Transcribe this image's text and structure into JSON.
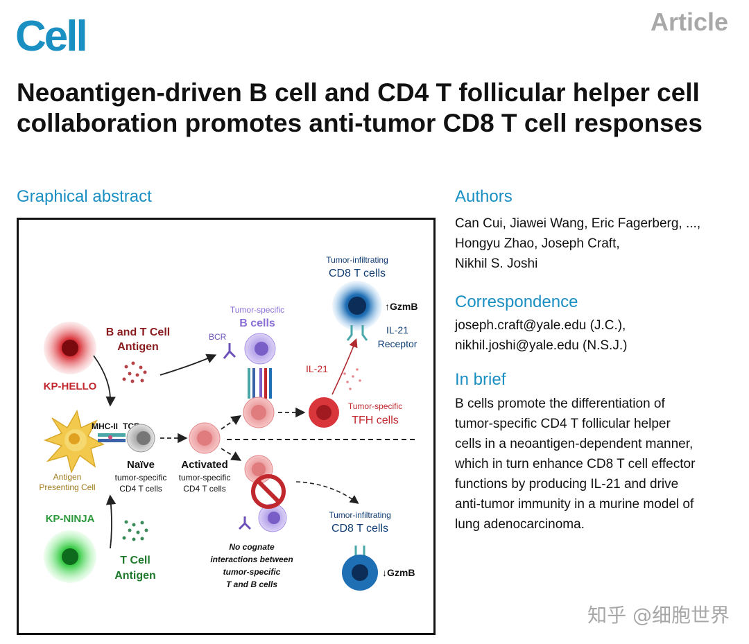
{
  "journal": {
    "logo": "Cell",
    "article_type": "Article"
  },
  "title": "Neoantigen-driven B cell and CD4 T follicular helper cell collaboration promotes anti-tumor CD8 T cell responses",
  "graphical_abstract": {
    "heading": "Graphical abstract",
    "labels": {
      "tumor_top": "KP-HELLO",
      "antigen_top_1": "B and T Cell",
      "antigen_top_2": "Antigen",
      "tumor_bottom": "KP-NINJA",
      "antigen_bottom_1": "T Cell",
      "antigen_bottom_2": "Antigen",
      "mhc": "MHC-II",
      "tcr": "TCR",
      "apc_1": "Antigen",
      "apc_2": "Presenting Cell",
      "naive_1": "Naïve",
      "naive_2": "tumor-specific",
      "naive_3": "CD4 T cells",
      "activated_1": "Activated",
      "activated_2": "tumor-specific",
      "activated_3": "CD4 T cells",
      "bcr": "BCR",
      "bcells_1": "Tumor-specific",
      "bcells_2": "B cells",
      "tfh_1": "Tumor-specific",
      "tfh_2": "TFH cells",
      "il21": "IL-21",
      "cd8_top_1": "Tumor-infiltrating",
      "cd8_top_2": "CD8 T cells",
      "gzmb_up": "↑GzmB",
      "receptor_1": "IL-21",
      "receptor_2": "Receptor",
      "cd8_bottom_1": "Tumor-infiltrating",
      "cd8_bottom_2": "CD8 T cells",
      "gzmb_down": "↓GzmB",
      "nocog_1": "No cognate",
      "nocog_2": "interactions between",
      "nocog_3": "tumor-specific",
      "nocog_4": "T and B cells"
    },
    "colors": {
      "red": "#c0282e",
      "green": "#2a9a3a",
      "blue": "#1f6fb5",
      "purple": "#8a6ed8",
      "dark_blue": "#0f3d73"
    }
  },
  "authors": {
    "heading": "Authors",
    "lines": [
      "Can Cui, Jiawei Wang, Eric Fagerberg, ...,",
      "Hongyu Zhao, Joseph Craft,",
      "Nikhil S. Joshi"
    ]
  },
  "correspondence": {
    "heading": "Correspondence",
    "lines": [
      "joseph.craft@yale.edu (J.C.),",
      "nikhil.joshi@yale.edu (N.S.J.)"
    ]
  },
  "in_brief": {
    "heading": "In brief",
    "lines": [
      "B cells promote the differentiation of",
      "tumor-specific CD4 T follicular helper",
      "cells in a neoantigen-dependent manner,",
      "which in turn enhance CD8 T cell effector",
      "functions by producing IL-21 and drive",
      "anti-tumor immunity in a murine model of",
      "lung adenocarcinoma."
    ]
  },
  "watermark": "知乎 @细胞世界"
}
